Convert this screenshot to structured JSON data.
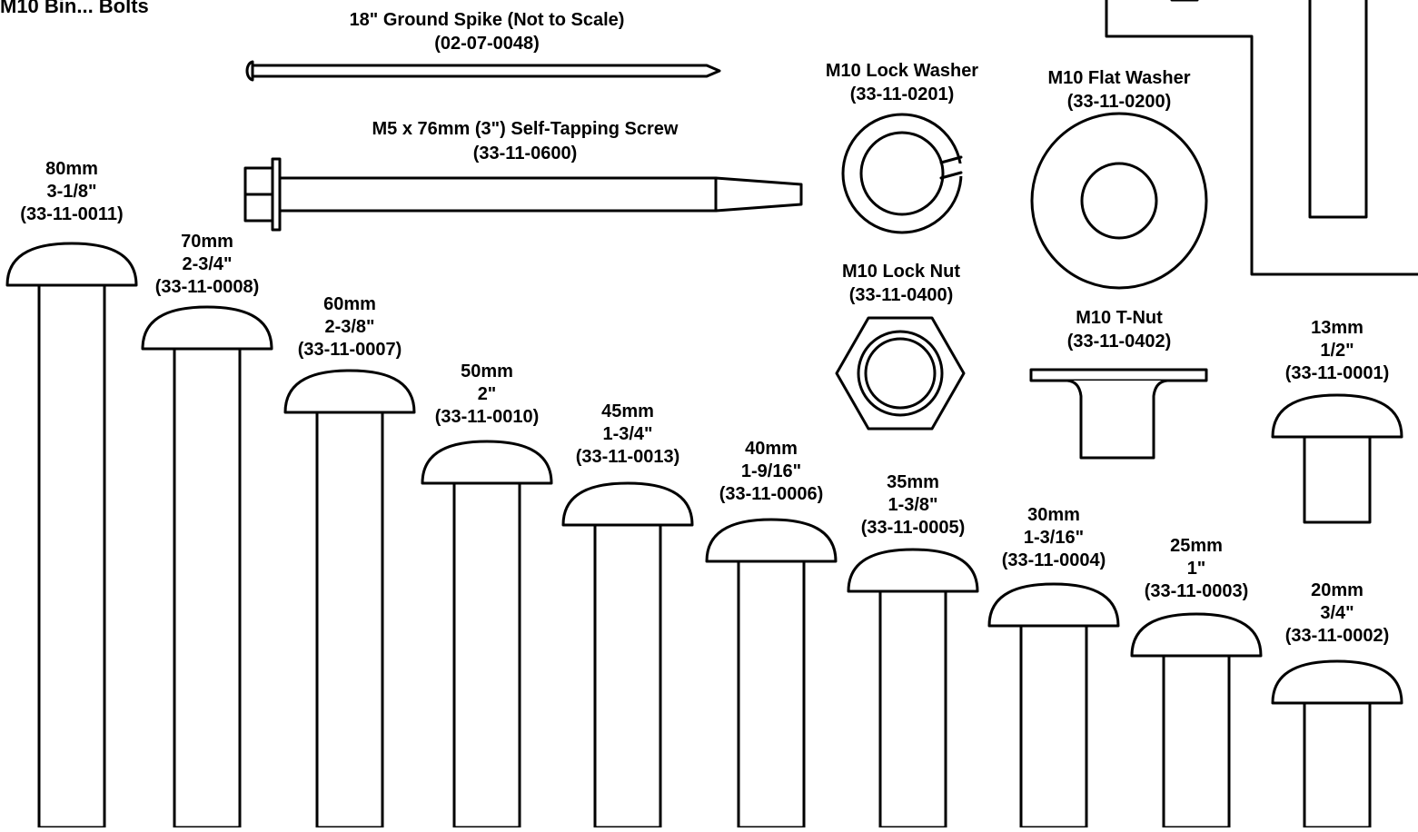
{
  "header": {
    "title_fragment": "M10 Bin... Bolts"
  },
  "colors": {
    "ink": "#000000",
    "paper": "#ffffff"
  },
  "hardware": {
    "spike": {
      "name": "18\" Ground Spike (Not to Scale)",
      "part": "(02-07-0048)"
    },
    "screw": {
      "name": "M5 x 76mm (3\") Self-Tapping Screw",
      "part": "(33-11-0600)"
    },
    "lock_washer": {
      "name": "M10 Lock Washer",
      "part": "(33-11-0201)"
    },
    "flat_washer": {
      "name": "M10 Flat Washer",
      "part": "(33-11-0200)"
    },
    "lock_nut": {
      "name": "M10 Lock Nut",
      "part": "(33-11-0400)"
    },
    "t_nut": {
      "name": "M10 T-Nut",
      "part": "(33-11-0402)"
    }
  },
  "bolts": [
    {
      "mm": "80mm",
      "inch": "3-1/8\"",
      "part": "(33-11-0011)"
    },
    {
      "mm": "70mm",
      "inch": "2-3/4\"",
      "part": "(33-11-0008)"
    },
    {
      "mm": "60mm",
      "inch": "2-3/8\"",
      "part": "(33-11-0007)"
    },
    {
      "mm": "50mm",
      "inch": "2\"",
      "part": "(33-11-0010)"
    },
    {
      "mm": "45mm",
      "inch": "1-3/4\"",
      "part": "(33-11-0013)"
    },
    {
      "mm": "40mm",
      "inch": "1-9/16\"",
      "part": "(33-11-0006)"
    },
    {
      "mm": "35mm",
      "inch": "1-3/8\"",
      "part": "(33-11-0005)"
    },
    {
      "mm": "30mm",
      "inch": "1-3/16\"",
      "part": "(33-11-0004)"
    },
    {
      "mm": "25mm",
      "inch": "1\"",
      "part": "(33-11-0003)"
    },
    {
      "mm": "20mm",
      "inch": "3/4\"",
      "part": "(33-11-0002)"
    },
    {
      "mm": "13mm",
      "inch": "1/2\"",
      "part": "(33-11-0001)"
    }
  ]
}
